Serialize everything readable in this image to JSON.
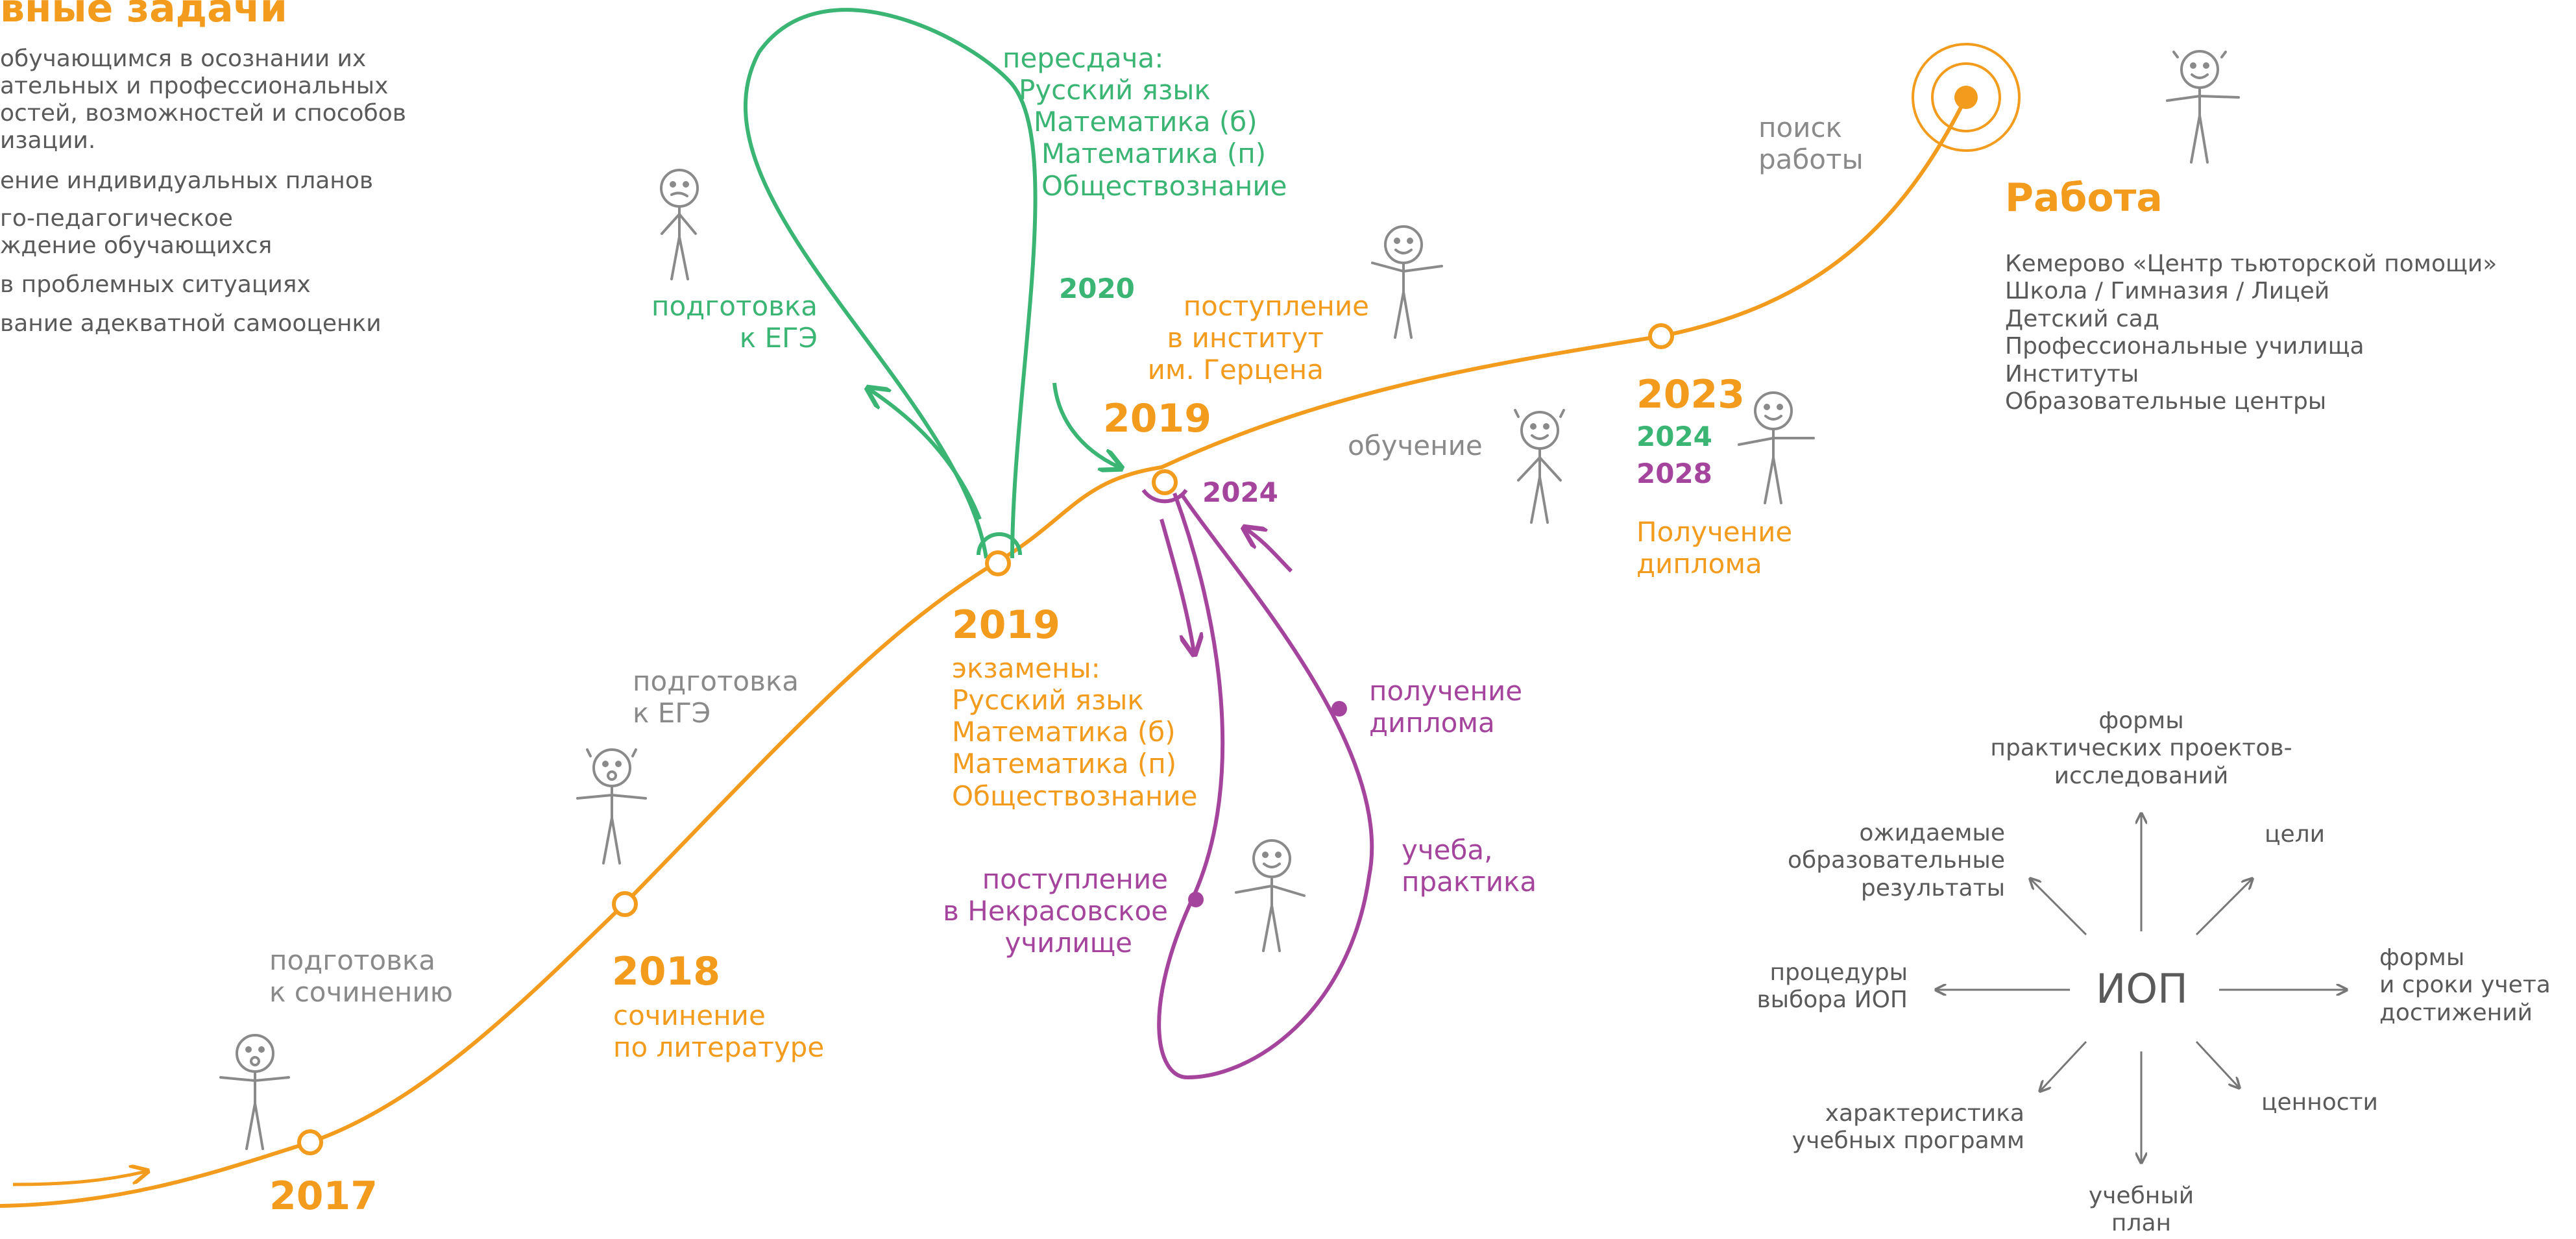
{
  "tasks": {
    "title": "вные задачи",
    "items": [
      [
        "обучающимся в осознании их",
        "ательных и профессиональных",
        "остей, возможностей и способов",
        "изации."
      ],
      [
        "ение индивидуальных планов"
      ],
      [
        "го-педагогическое",
        "ждение обучающихся"
      ],
      [
        "в проблемных ситуациях"
      ],
      [
        "вание адекватной самооценки"
      ]
    ]
  },
  "timeline": {
    "y2017": "2017",
    "prep_essay": [
      "подготовка",
      "к сочинению"
    ],
    "y2018": "2018",
    "essay_lit": [
      "сочинение",
      "по литературе"
    ],
    "prep_ege": [
      "подготовка",
      "к ЕГЭ"
    ],
    "y2019_exams": "2019",
    "exams": [
      "экзамены:",
      "Русский язык",
      "Математика (б)",
      "Математика (п)",
      "Обществознание"
    ],
    "prep_ege_green": [
      "подготовка",
      "к ЕГЭ"
    ],
    "retake": [
      "пересдача:",
      "Русский язык",
      "Математика (б)",
      "Математика (п)",
      "Обществознание"
    ],
    "y2020": "2020",
    "admission": [
      "поступление",
      "в институт",
      "им. Герцена"
    ],
    "y2019_admission": "2019",
    "y2024_purple": "2024",
    "study": "обучение",
    "diploma_receive_purple": [
      "получение",
      "диплома"
    ],
    "study_practice": [
      "учеба,",
      "практика"
    ],
    "nekrasov": [
      "поступление",
      "в Некрасовское",
      "училище"
    ],
    "y2023": "2023",
    "y2024": "2024",
    "y2028": "2028",
    "diploma": [
      "Получение",
      "диплома"
    ],
    "job_search": [
      "поиск",
      "работы"
    ],
    "work_title": "Работа",
    "work_items": [
      "Кемерово «Центр тьюторской помощи»",
      "Школа / Гимназия / Лицей",
      "Детский сад",
      "Профессиональные училища",
      "Институты",
      "Образовательные центры"
    ]
  },
  "iop": {
    "center": "ИОП",
    "forms_projects": [
      "формы",
      "практических проектов-",
      "исследований"
    ],
    "goals": "цели",
    "expected": [
      "ожидаемые",
      "образовательные",
      "результаты"
    ],
    "procedures": [
      "процедуры",
      "выбора ИОП"
    ],
    "forms_terms": [
      "формы",
      "и сроки учета",
      "достижений"
    ],
    "characteristic": [
      "характеристика",
      "учебных программ"
    ],
    "values": "ценности",
    "plan": [
      "учебный",
      "план"
    ]
  },
  "colors": {
    "orange": "#f29b1d",
    "green": "#3ab574",
    "purple": "#a5449c",
    "gray": "#8a8a8a",
    "dark_gray": "#5a5a5a"
  }
}
